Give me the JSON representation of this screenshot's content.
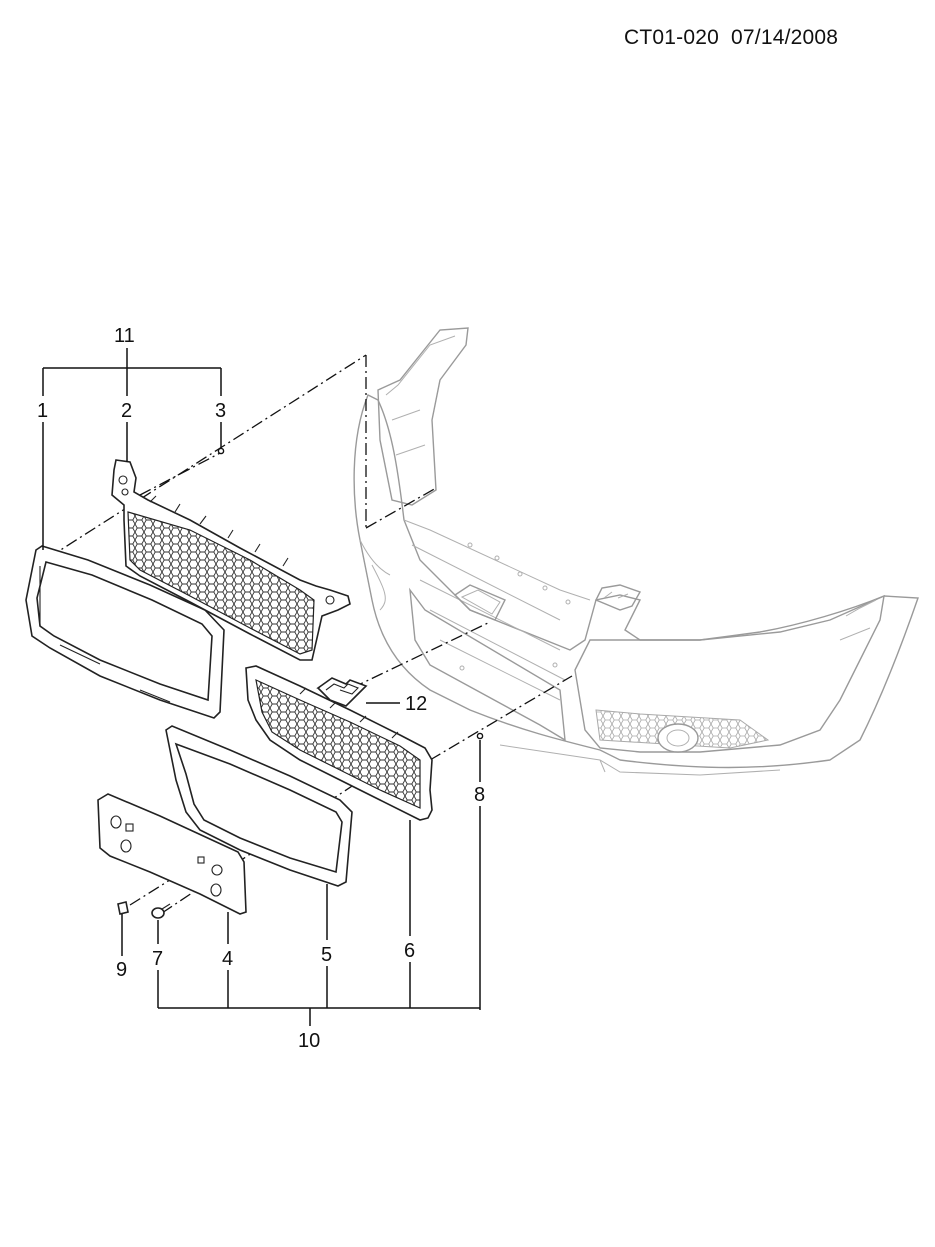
{
  "header": {
    "code": "CT01-020  07/14/2008"
  },
  "callouts": {
    "c1": "1",
    "c2": "2",
    "c3": "3",
    "c4": "4",
    "c5": "5",
    "c6": "6",
    "c7": "7",
    "c8": "8",
    "c9": "9",
    "c10": "10",
    "c11": "11",
    "c12": "12"
  },
  "colors": {
    "line": "#111111",
    "ghost": "#9a9a9a",
    "background": "#ffffff"
  }
}
